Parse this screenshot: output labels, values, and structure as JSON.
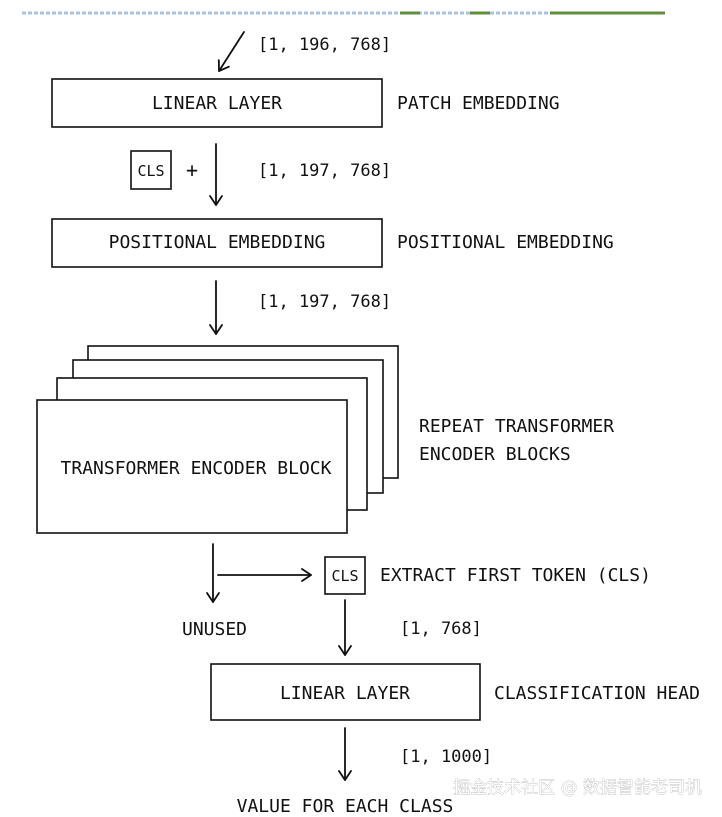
{
  "boxes": {
    "linear_layer_top": "LINEAR LAYER",
    "positional_embedding": "POSITIONAL EMBEDDING",
    "transformer_encoder_block": "TRANSFORMER ENCODER BLOCK",
    "linear_layer_bottom": "LINEAR LAYER",
    "cls_token_input": "CLS",
    "cls_token_output": "CLS"
  },
  "side_labels": {
    "patch_embedding": "PATCH EMBEDDING",
    "positional_embedding": "POSITIONAL EMBEDDING",
    "repeat_line1": "REPEAT TRANSFORMER",
    "repeat_line2": "ENCODER BLOCKS",
    "extract_first_token": "EXTRACT FIRST TOKEN (CLS)",
    "classification_head": "CLASSIFICATION HEAD"
  },
  "shapes": {
    "input": "[1, 196, 768]",
    "after_cls": "[1, 197, 768]",
    "after_pos": "[1, 197, 768]",
    "cls_out": "[1, 768]",
    "logits": "[1, 1000]"
  },
  "plus_sign": "+",
  "unused_label": "UNUSED",
  "output_label": "VALUE FOR EACH CLASS",
  "watermark": "掘金技术社区 @ 数据智能老司机",
  "colors": {
    "ink": "#111111",
    "top_rule_blue": "#a9c3e6",
    "top_rule_green": "#5f8f3a",
    "watermark": "#ffffff"
  }
}
